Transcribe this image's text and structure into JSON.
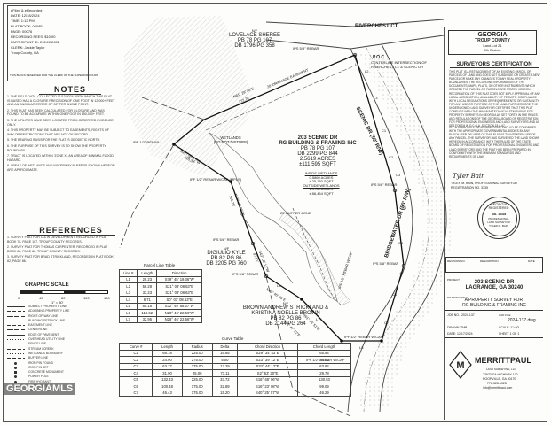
{
  "recording": {
    "lines": [
      "eFiled & eRecorded",
      "DATE: 12/18/2024",
      "TIME: 1:12 PM",
      "PLAT BOOK: 00085",
      "PAGE: 00076",
      "RECORDING FEES: $10.00",
      "PARTICIPANT ID: 2924112452",
      "CLERK: Jackie Taylor",
      "Troup County, GA"
    ],
    "reserved_note": "THIS BLOCK RESERVED FOR THE CLERK OF THE SUPERIOR COURT"
  },
  "notes": {
    "title": "NOTES",
    "items": [
      "1. THE FIELD DATA, COLLECTED 11/13/2024 UPON WHICH THIS PLAT IS BASED HAS A CLOSURE PRECISION OF ONE FOOT IN 12,000+ FEET AND AN ANGULAR ERROR OF 02\" PER ANGLE POINT.",
      "2. THIS PLAT HAS BEEN CALCULATED FOR CLOSURE AND WAS FOUND TO BE ACCURATE WITHIN ONE FOOT IN 150,000+ FEET.",
      "3. THE UTILITIES HAVE BEEN LOCATED FROM OBSERVED EVIDENCE ONLY.",
      "4. THIS PROPERTY MAY BE SUBJECT TO EASEMENTS, RIGHTS OF WAY OR RESTRICTIONS THAT ARE NOT OF RECORD.",
      "5. THE BEARING BASIS FOR THE PLAT IS GEODETIC NORTH.",
      "6. THE PURPOSE OF THIS SURVEY IS TO SHOW THE PROPERTY BOUNDARY.",
      "7. TRACT IS LOCATED WITHIN 'ZONE X', AN AREA OF MINIMAL FLOOD HAZARD.",
      "8. AREAS OF WETLANDS AND WATERWAY BUFFERS SHOWN HEREON ARE APPROXIMATE."
    ]
  },
  "references": {
    "title": "REFERENCES",
    "items": [
      "1. SURVEY PLAT FOR C & W DEVELOPMENT, RECORDED IN PLAT BOOK 78, PAGE 107, TROUP COUNTY RECORDS.",
      "2. SURVEY PLAT FOR THOMAS CARPENTER, RECORDED IN PLAT BOOK 82, PAGE 86, TROUP COUNTY RECORDS.",
      "3. SURVEY PLAT FOR BRAD STRICKLAND, RECORDED IN PLAT BOOK 82, PAGE 86."
    ]
  },
  "scale": {
    "title": "GRAPHIC SCALE",
    "ticks": [
      "0",
      "40",
      "80",
      "120",
      "160"
    ],
    "unit": "1\" = 80'"
  },
  "legend": {
    "items": [
      "SUBJECT PROPERTY LINE",
      "ADJOINING PROPERTY LINE",
      "RIGHT-OF-WAY LINE",
      "BUILDING SETBACK LINE",
      "EASEMENT LINE",
      "CENTERLINE",
      "EDGE OF PAVEMENT",
      "OVERHEAD UTILITY LINE",
      "FENCE LINE",
      "STREAM / CREEK",
      "WETLANDS BOUNDARY",
      "BUFFER LINE",
      "IRON PIN FOUND",
      "IRON PIN SET",
      "CONCRETE MONUMENT",
      "POWER POLE",
      "FIRE HYDRANT",
      "WATER METER",
      "POINT OF CURVATURE"
    ]
  },
  "parcel_line_table": {
    "caption": "Parcel Line Table",
    "headers": [
      "Line #",
      "Length",
      "Direction"
    ],
    "rows": [
      [
        "L1",
        "29.23",
        "S79° 45' 19.36\"W"
      ],
      [
        "L2",
        "56.28",
        "S21° 09' 08.63\"E"
      ],
      [
        "L3",
        "33.23",
        "S21° 09' 08.63\"E"
      ],
      [
        "L4",
        "8.71",
        "S0° 03' 08.63\"E"
      ],
      [
        "L5",
        "60.15",
        "S32° 49' 56.37\"W"
      ],
      [
        "L6",
        "110.62",
        "N28° 46' 22.56\"W"
      ],
      [
        "L7",
        "32.95",
        "N28° 46' 22.56\"W"
      ]
    ]
  },
  "curve_table": {
    "caption": "Curve Table",
    "headers": [
      "Curve #",
      "Length",
      "Radius",
      "Delta",
      "Chord Direction",
      "Chord Length"
    ],
    "rows": [
      [
        "C1",
        "66.18",
        "225.00",
        "16.85",
        "S29° 34' 43\"E",
        "65.94"
      ],
      [
        "C2",
        "24.00",
        "275.00",
        "5.00",
        "S23° 39' 12\"E",
        "24.00"
      ],
      [
        "C3",
        "63.77",
        "275.00",
        "13.29",
        "S32° 44' 12\"E",
        "63.62"
      ],
      [
        "C4",
        "31.90",
        "25.00",
        "73.11",
        "S2° 53' 20\"E",
        "29.78"
      ],
      [
        "C5",
        "132.43",
        "225.00",
        "33.72",
        "S16° 48' 06\"W",
        "130.53"
      ],
      [
        "C6",
        "100.48",
        "175.00",
        "32.89",
        "S16° 23' 08\"W",
        "99.09"
      ],
      [
        "C7",
        "46.43",
        "175.00",
        "15.20",
        "S40° 25' 57\"W",
        "46.29"
      ]
    ]
  },
  "map": {
    "street_top": "RIVERCHEST CT",
    "road_right_1": "SCENIC DR (50' R/W)",
    "road_right_2": "BRIDGEWATER DR (50' R/W)",
    "pob": "P.O.C.",
    "pob_desc": "CENTERLINE INTERSECTION OF RIVERCHEST CT & SCENIC DR",
    "owner_top": [
      "N/F",
      "LOVELACE SHEREE",
      "PB 78 PG 107",
      "DB 1796 PG 358"
    ],
    "owner_left": [
      "N/F",
      "DIGIULIO KYLE",
      "PB 82 PG 86",
      "DB 2205 PG 760"
    ],
    "owner_bottom": [
      "N/F",
      "BROWN ANDREW STRICKLAND &",
      "KRISTINA NOELLE BROWN",
      "PB 82 PG 86",
      "DB 2144 PG 264"
    ],
    "subject": [
      "203 SCENIC DR",
      "RG BUILDING & FRAMING INC",
      "PB 78 PG 107",
      "DB 2299 PG 844",
      "2.5619 ACRES",
      "±111,595 SQFT"
    ],
    "subject_wetlands": [
      "INSIDE WETLANDS",
      "0.5869 ACRES",
      "± 25,130 SQFT",
      "OUTSIDE WETLANDS",
      "1.9750 ACRES",
      "± 86,464 SQFT"
    ],
    "wetlands_label": [
      "WETLANDS",
      "(DO NOT DISTURB)"
    ],
    "buffer_label": "25' BUFFER ZONE",
    "drainage_label": "20' DRAINAGE EASEMENT",
    "pins": [
      "IPS 5/8\" REBAR",
      "IPF 1/2\" REBAR",
      "IPF 1/2\" REBAR W/CAP (MPLS)",
      "IPS 5/8\" REBAR",
      "IPS 5/8\" REBAR",
      "IPS 5/8\" REBAR",
      "IPS 5/8\" REBAR",
      "IPF 1/2\" REBAR W/CAP",
      "IPF 1/2\" REBAR W/CAP",
      "IPF 1/2\" REBAR W/CAP"
    ],
    "bearings": [
      "N61° 29' 40\"E",
      "272.70'",
      "N41° 50' 17\"W",
      "118.34'",
      "N13° 25' 05\"W",
      "105.25'",
      "N43° 08' 12\"W",
      "87.81'",
      "N65° 45' 48\"E",
      "N61° 34' 51\"E",
      "N65° 47' 52\"E",
      "L1",
      "L2",
      "L3",
      "L4",
      "L5",
      "L6",
      "L7",
      "C1",
      "C2",
      "C3",
      "C4",
      "C5",
      "C6",
      "C7"
    ]
  },
  "title_block": {
    "state": "GEORGIA",
    "county": "TROUP COUNTY",
    "land_lot": "Land Lot 21",
    "district": "5th District",
    "cert_title": "SURVEYORS CERTIFICATION",
    "cert_text": "THIS PLAT IS A RETRACEMENT OF AN EXISTING PARCEL OR PARCELS OF LAND AND DOES NOT SUBDIVIDE OR CREATE A NEW PARCEL OR MAKE ANY CHANGES TO ANY REAL PROPERTY BOUNDARIES. THE RECORDING INFORMATION OF THE DOCUMENTS, MAPS, PLATS, OR OTHER INSTRUMENTS WHICH CREATED THE PARCEL OR PARCELS ARE STATED HEREON. RECORDATION OF THIS PLAT DOES NOT IMPLY APPROVAL OF ANY LOCAL JURISDICTION, AVAILABILITY OF PERMITS, COMPLIANCE WITH LOCAL REGULATIONS OR REQUIREMENTS, OR SUITABILITY FOR ANY USE OR PURPOSE OF THE LAND. FURTHERMORE, THE UNDERSIGNED LAND SURVEYOR CERTIFIES THAT THIS PLAT COMPLIES WITH THE MINIMUM TECHNICAL STANDARDS FOR PROPERTY SURVEYS IN GEORGIA AS SET FORTH IN THE RULES AND REGULATIONS OF THE GEORGIA BOARD OF REGISTRATION FOR PROFESSIONAL ENGINEERS AND LAND SURVEYORS AND AS SET FORTH IN O.C.G.A. SECTION 15-6-67.",
    "cert_text_2": "SUCH APPROVALS OR AFFIRMATIONS SHOULD BE CONFIRMED WITH THE APPROPRIATE GOVERNMENTAL BODIES BY ANY PURCHASER OR USER OF THIS PLAT AS TO INTENDED USE OF ANY PARCEL. THE SURVEYOR HAS SURVEYED THE LAND SHOWN HEREON IN ACCORDANCE WITH THE RULES OF THE STATE BOARD OF REGISTRATION FOR PROFESSIONAL ENGINEERS AND LAND SURVEYORS AND THE PLAT HAS BEEN PREPARED IN CONFORMITY WITH THE MINIMUM STANDARDS AND REQUIREMENTS OF LAW.",
    "surveyor_sig": "Tyler Bain",
    "surveyor_line": "TYLER M. BAIN, PROFESSIONAL SURVEYOR",
    "surveyor_reg": "REGISTRATION NO. 3335",
    "seal_text": [
      "GEORGIA",
      "REGISTERED",
      "No. 3335",
      "PROFESSIONAL",
      "LAND SURVEYOR",
      "TYLER M. BAIN"
    ],
    "rev_headers": [
      "REVISION NO.",
      "DESCRIPTION",
      "DATE"
    ],
    "project_label": "PROJECT",
    "project": [
      "203 SCENIC DR",
      "LAGRANGE, GA 30240"
    ],
    "drawing_title_label": "DRAWING TITLE",
    "drawing_title": [
      "A PROPERTY SURVEY FOR:",
      "RG BUILDING & FRAMING INC"
    ],
    "job_no": "JOB NO.: 2024-137",
    "cad_file_label": "CAD FILE",
    "cad_file": "2024-137.dwg",
    "drawn": "DRAWN: TMB",
    "scale": "SCALE: 1\"=80'",
    "date": "DATE: 12/17/2024",
    "sheet": "SHEET 1 OF 1",
    "firm_name": "MERRITTPAUL",
    "firm_sub": "LAND SURVEYING, LLC",
    "firm_address": [
      "23970 GA HIGHWAY 100",
      "ROOPVILLE, GA 30170",
      "770-328-1528",
      "info@merrittpaul.com"
    ]
  },
  "watermark": "GEORGIAMLS"
}
